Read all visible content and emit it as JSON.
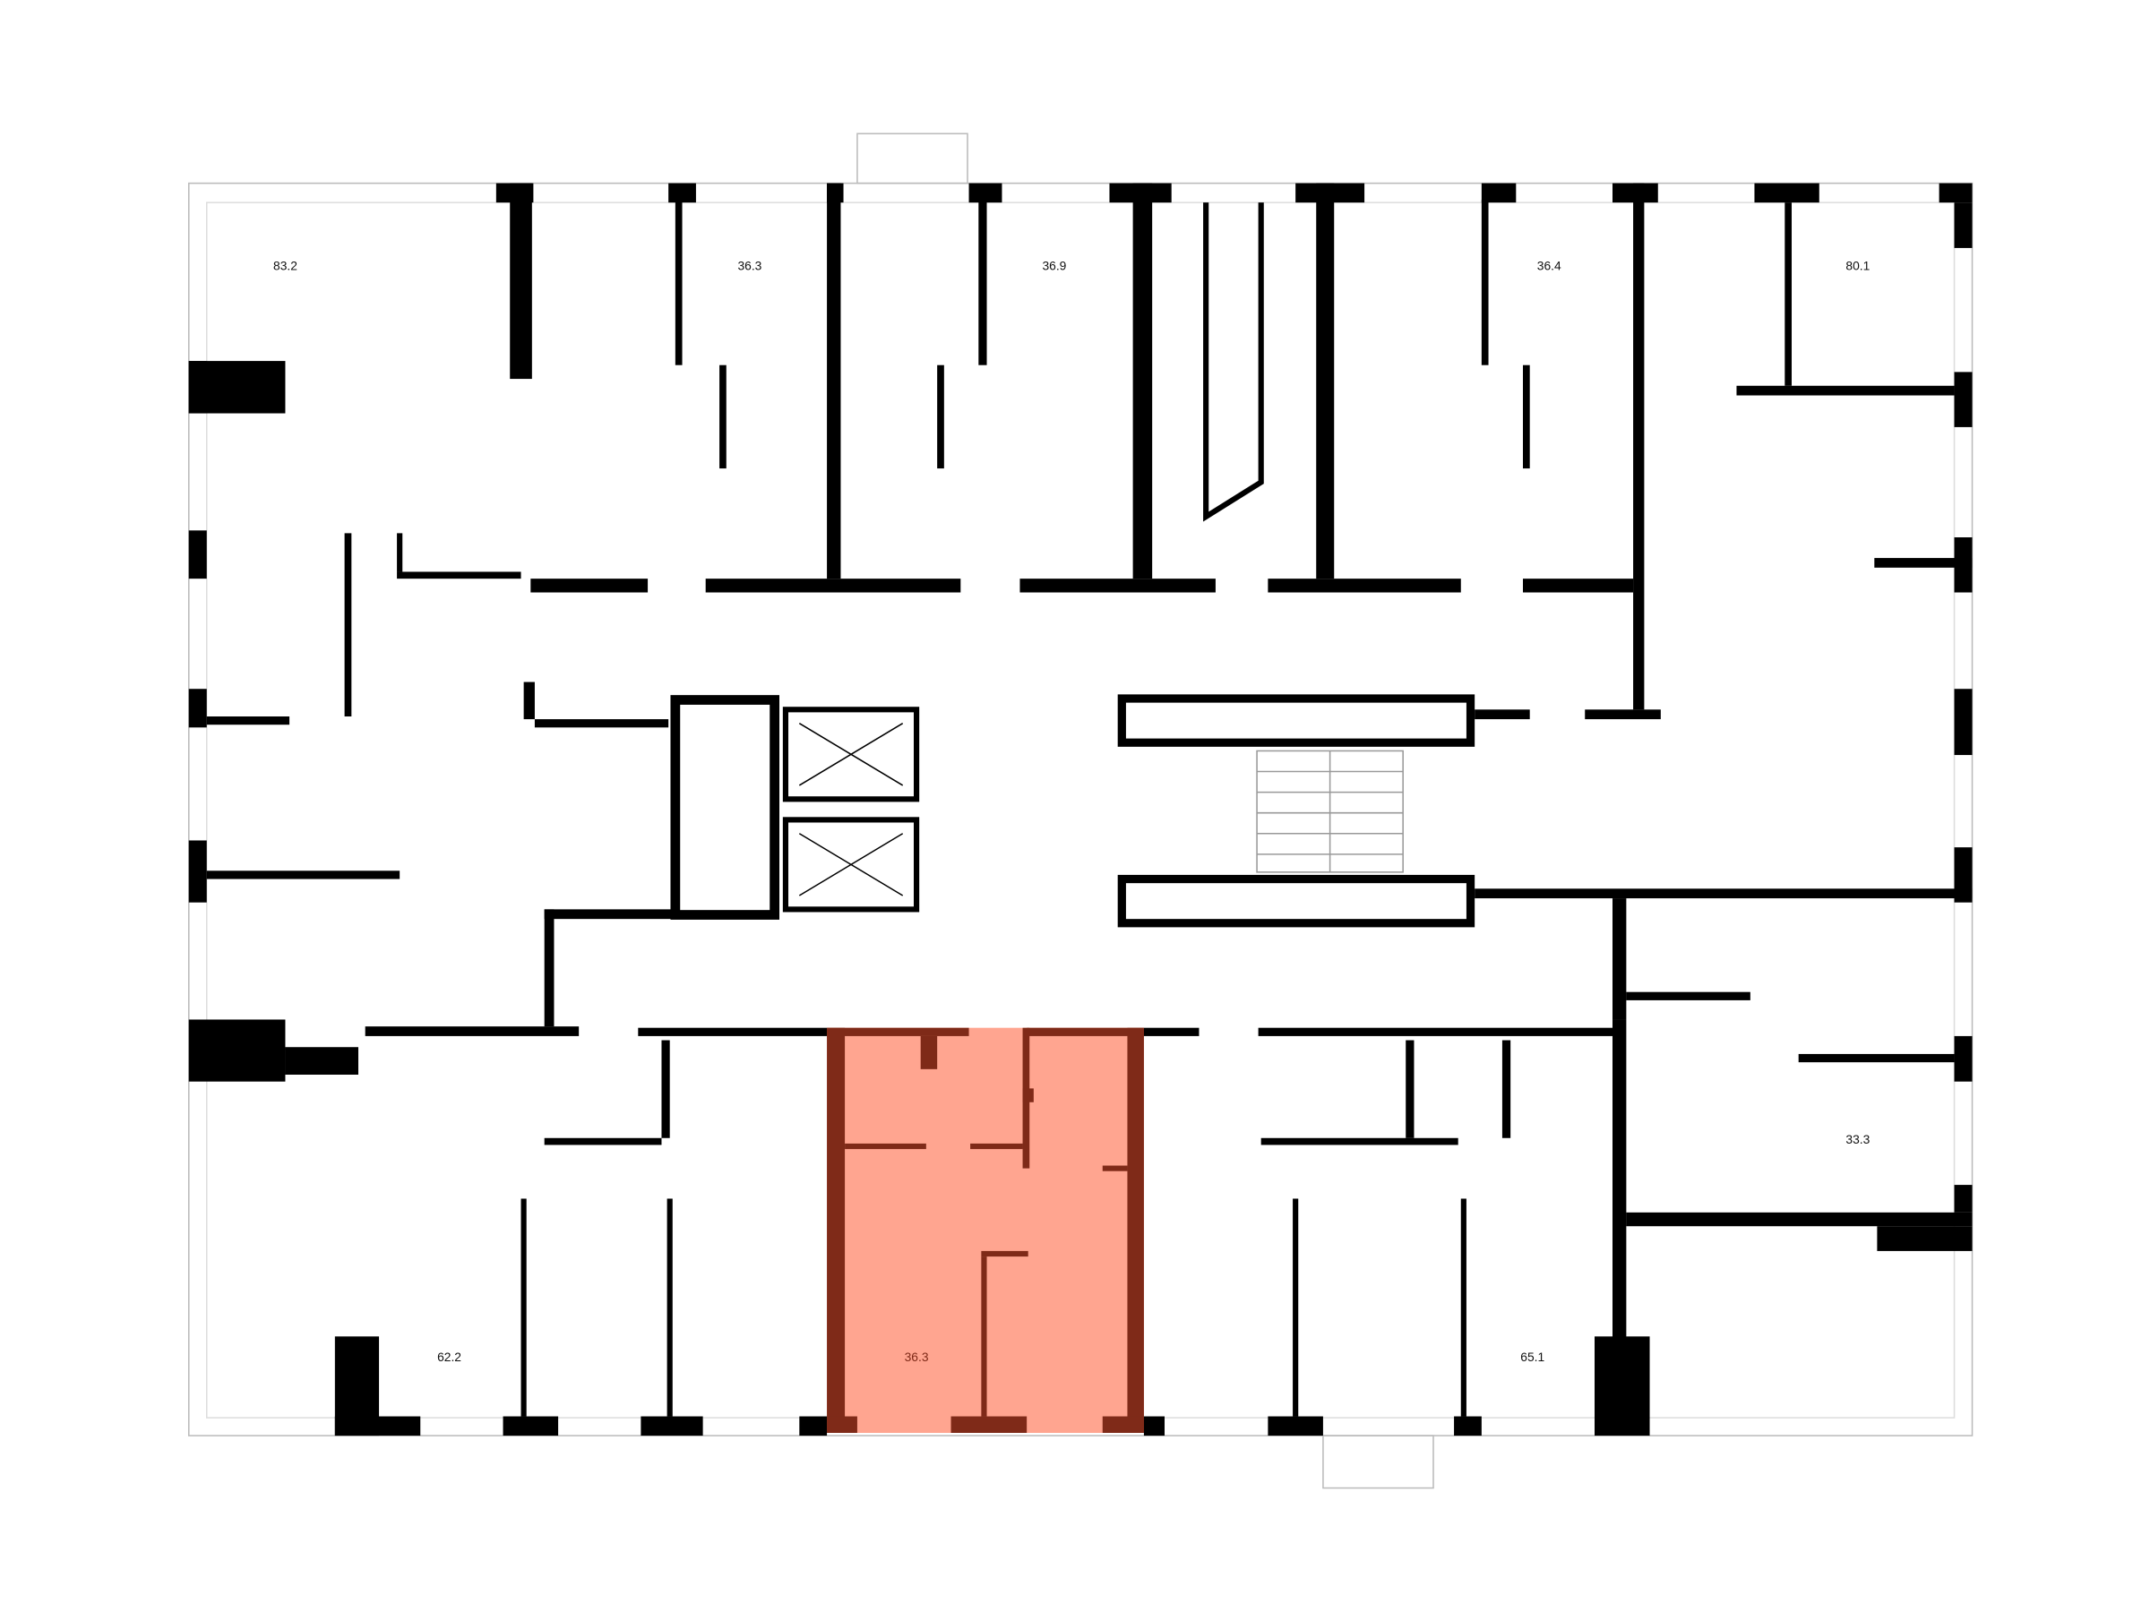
{
  "plan": {
    "apartments": [
      {
        "id": "apt-83-2",
        "area": "83.2",
        "highlighted": false
      },
      {
        "id": "apt-36-3-top",
        "area": "36.3",
        "highlighted": false
      },
      {
        "id": "apt-36-9",
        "area": "36.9",
        "highlighted": false
      },
      {
        "id": "apt-36-4",
        "area": "36.4",
        "highlighted": false
      },
      {
        "id": "apt-80-1",
        "area": "80.1",
        "highlighted": false
      },
      {
        "id": "apt-33-3",
        "area": "33.3",
        "highlighted": false
      },
      {
        "id": "apt-65-1",
        "area": "65.1",
        "highlighted": false
      },
      {
        "id": "apt-36-3-selected",
        "area": "36.3",
        "highlighted": true
      },
      {
        "id": "apt-62-2",
        "area": "62.2",
        "highlighted": false
      }
    ],
    "colors": {
      "wall": "#000000",
      "highlight_fill": "#ffa590",
      "highlight_wall": "#7f2a18",
      "thin_line": "#bbbbbb"
    }
  }
}
